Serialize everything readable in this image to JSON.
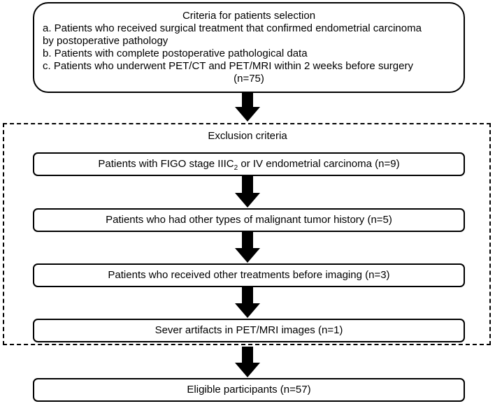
{
  "selection": {
    "title": "Criteria for patients selection",
    "criteria": [
      "a. Patients who received surgical treatment that confirmed endometrial carcinoma",
      "by postoperative pathology",
      "b. Patients with complete postoperative pathological data",
      "c. Patients who underwent PET/CT and PET/MRI within 2 weeks before surgery"
    ],
    "n": "(n=75)"
  },
  "exclusion": {
    "title": "Exclusion criteria",
    "items": [
      {
        "before": "Patients with FIGO stage IIIC",
        "sub": "2",
        "after": " or IV endometrial carcinoma (n=9)"
      },
      {
        "text": "Patients who had other types of malignant tumor history (n=5)"
      },
      {
        "text": "Patients who received other treatments before imaging (n=3)"
      },
      {
        "text": "Sever artifacts in PET/MRI images (n=1)"
      }
    ]
  },
  "result": {
    "text": "Eligible participants (n=57)"
  }
}
